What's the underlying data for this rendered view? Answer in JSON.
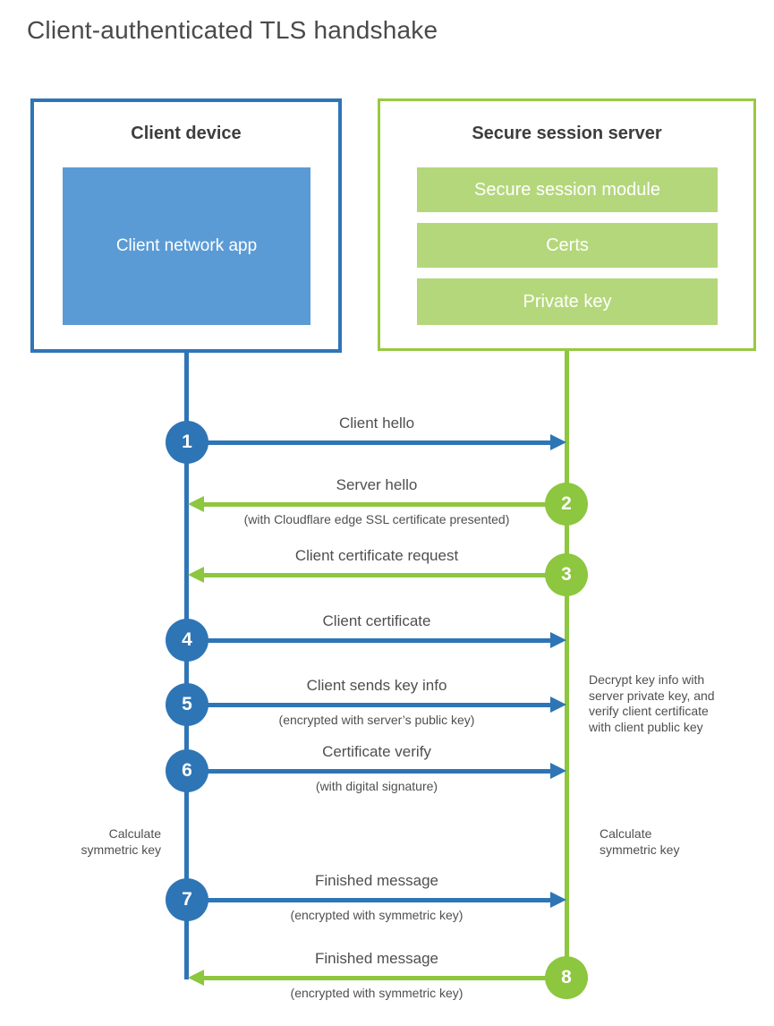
{
  "header": {
    "title": "Client-authenticated TLS handshake"
  },
  "client_device": {
    "title": "Client device",
    "app_label": "Client network app"
  },
  "server": {
    "title": "Secure session server",
    "modules": [
      "Secure session module",
      "Certs",
      "Private key"
    ]
  },
  "steps": [
    {
      "number": "1",
      "label": "Client hello",
      "direction": "client-to-server",
      "color": "#2e75b6"
    },
    {
      "number": "2",
      "label": "Server hello",
      "sublabel": "(with Cloudflare edge SSL certificate presented)",
      "direction": "server-to-client",
      "color": "#8dc63f"
    },
    {
      "number": "3",
      "label": "Client certificate request",
      "direction": "server-to-client",
      "color": "#8dc63f"
    },
    {
      "number": "4",
      "label": "Client certificate",
      "direction": "client-to-server",
      "color": "#2e75b6"
    },
    {
      "number": "5",
      "label": "Client sends key info",
      "sublabel": "(encrypted with server’s public key)",
      "direction": "client-to-server",
      "color": "#2e75b6"
    },
    {
      "number": "6",
      "label": "Certificate verify",
      "sublabel": "(with digital signature)",
      "direction": "client-to-server",
      "color": "#2e75b6"
    },
    {
      "number": "7",
      "label": "Finished message",
      "sublabel": "(encrypted with symmetric key)",
      "direction": "client-to-server",
      "color": "#2e75b6"
    },
    {
      "number": "8",
      "label": "Finished message",
      "sublabel": "(encrypted with symmetric key)",
      "direction": "server-to-client",
      "color": "#8dc63f"
    }
  ],
  "annotations": {
    "left_calculate": "Calculate\nsymmetric key",
    "right_calculate": "Calculate\nsymmetric key",
    "decrypt_note": "Decrypt key info with\nserver private key, and\nverify client certificate\nwith client public key"
  },
  "colors": {
    "blue": "#2e75b6",
    "light_blue": "#5b9bd5",
    "green": "#8dc63f",
    "light_green": "#b4d77b"
  }
}
